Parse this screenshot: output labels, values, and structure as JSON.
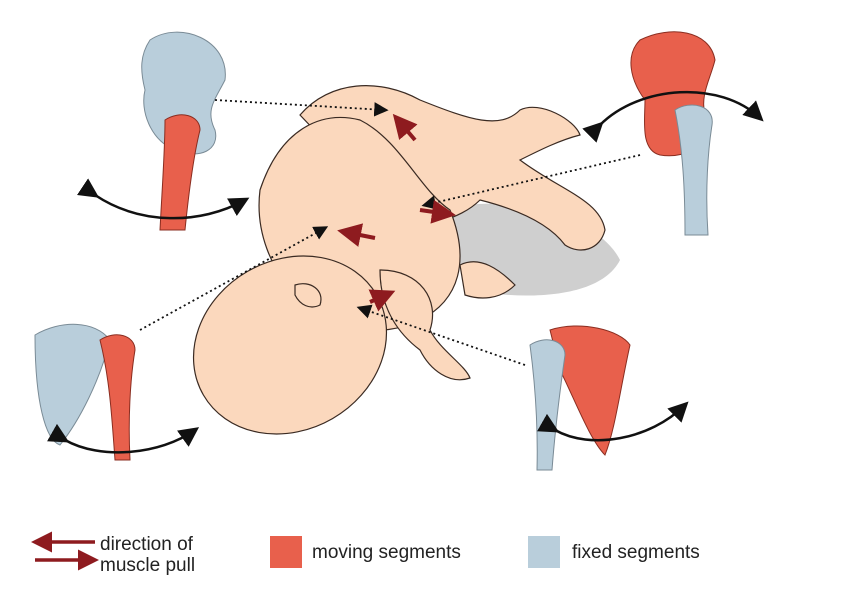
{
  "colors": {
    "moving": "#e8604c",
    "fixed": "#b9cedb",
    "muscle_arrow": "#8e1b1f",
    "skin": "#fbd8bd",
    "skin_outline": "#3a2a22"
  },
  "legend": {
    "direction_line1": "direction of",
    "direction_line2": "muscle pull",
    "moving": "moving segments",
    "fixed": "fixed segments"
  }
}
